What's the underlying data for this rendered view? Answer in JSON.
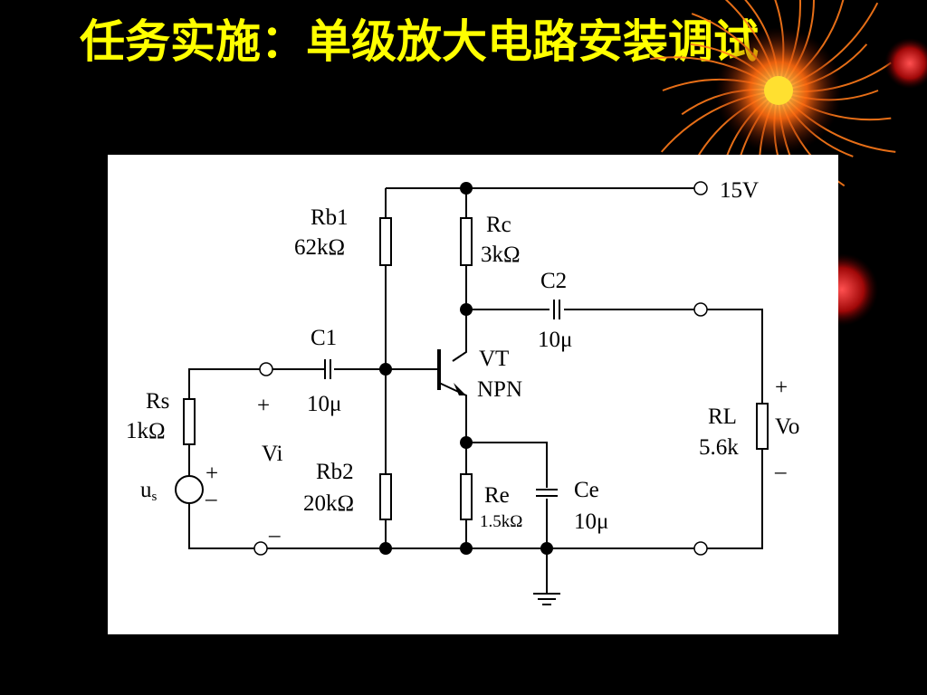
{
  "slide": {
    "title": "任务实施：单级放大电路安装调试",
    "colors": {
      "background": "#000000",
      "title": "#ffff00",
      "panel": "#ffffff"
    }
  },
  "circuit": {
    "supply": "15V",
    "rb1": {
      "name": "Rb1",
      "value": "62kΩ"
    },
    "rc": {
      "name": "Rc",
      "value": "3kΩ"
    },
    "c2": {
      "name": "C2",
      "value": "10μ"
    },
    "c1": {
      "name": "C1",
      "value": "10μ"
    },
    "vt": {
      "name": "VT",
      "type": "NPN"
    },
    "rs": {
      "name": "Rs",
      "value": "1kΩ"
    },
    "source": {
      "main": "u",
      "sub": "s",
      "plus": "+",
      "minus": "–"
    },
    "vi": {
      "name": "Vi",
      "plus": "+",
      "minus": "–"
    },
    "rb2": {
      "name": "Rb2",
      "value": "20kΩ"
    },
    "re": {
      "name": "Re",
      "value": "1.5kΩ"
    },
    "ce": {
      "name": "Ce",
      "value": "10μ"
    },
    "rl": {
      "name": "RL",
      "value": "5.6k"
    },
    "vo": {
      "name": "Vo",
      "plus": "+",
      "minus": "–"
    }
  }
}
